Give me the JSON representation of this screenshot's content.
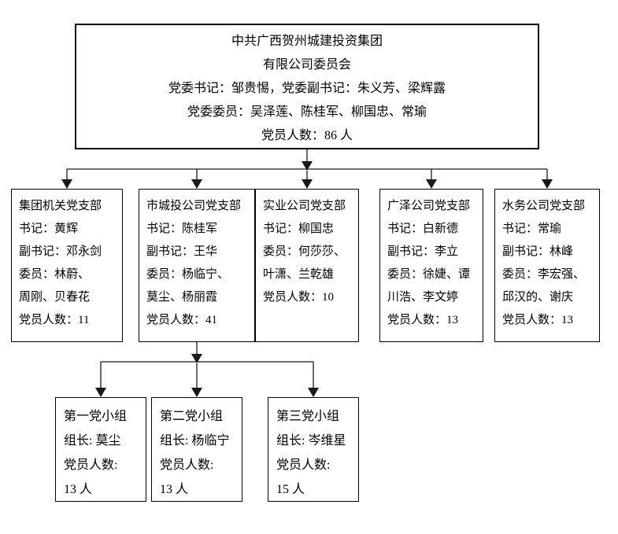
{
  "palette": {
    "background": "#ffffff",
    "box_border": "#000000",
    "connector_color": "#1a1a1a",
    "text_color": "#000000"
  },
  "root": {
    "lines": [
      "中共广西贺州城建投资集团",
      "有限公司委员会",
      "党委书记：邹贵惕，党委副书记：朱义芳、梁辉露",
      "党委委员：吴泽莲、陈桂军、柳国忠、常瑜",
      "党员人数：86 人"
    ]
  },
  "branches": [
    {
      "name": "集团机关党支部",
      "lines": [
        "集团机关党支部",
        "书记：黄辉",
        "副书记：邓永剑",
        "委员：林蔚、",
        "周刚、贝春花",
        "党员人数：11"
      ]
    },
    {
      "name": "市城投公司党支部",
      "lines": [
        "市城投公司党支部",
        "书记：陈桂军",
        "副书记：王华",
        "委员：杨临宁、",
        "莫尘、杨丽霞",
        "党员人数：41"
      ]
    },
    {
      "name": "实业公司党支部",
      "lines": [
        "实业公司党支部",
        "书记：柳国忠",
        "委员：何莎莎、",
        "叶潇、兰乾雄",
        "党员人数：10"
      ]
    },
    {
      "name": "广泽公司党支部",
      "lines": [
        "广泽公司党支部",
        "书记：白新德",
        "副书记：李立",
        "委员：徐婕、谭",
        "川浩、李文婷",
        "党员人数：13"
      ]
    },
    {
      "name": "水务公司党支部",
      "lines": [
        "水务公司党支部",
        "书记：常瑜",
        "副书记：林峰",
        "委员：李宏强、",
        "邱汉的、谢庆",
        "党员人数：13"
      ]
    }
  ],
  "groups": [
    {
      "name": "第一党小组",
      "lines": [
        "第一党小组",
        "组长: 莫尘",
        "党员人数:",
        "13 人"
      ]
    },
    {
      "name": "第二党小组",
      "lines": [
        "第二党小组",
        "组长: 杨临宁",
        "党员人数:",
        "13 人"
      ]
    },
    {
      "name": "第三党小组",
      "lines": [
        "第三党小组",
        "组长: 岑维星",
        "党员人数:",
        "15 人"
      ]
    }
  ]
}
